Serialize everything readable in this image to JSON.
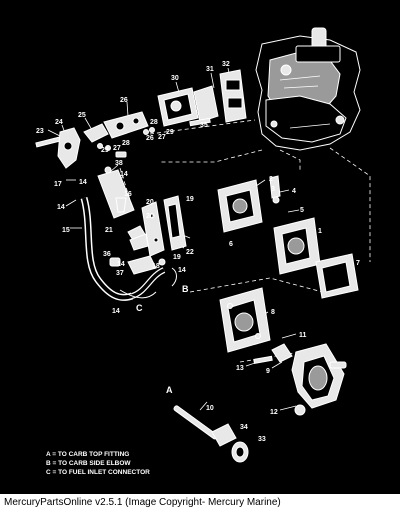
{
  "part_numbers": [
    "1",
    "2",
    "3",
    "4",
    "5",
    "6",
    "7",
    "8",
    "9",
    "10",
    "11",
    "12",
    "13",
    "14",
    "15",
    "16",
    "17",
    "18",
    "19",
    "20",
    "21",
    "22",
    "23",
    "24",
    "25",
    "26",
    "27",
    "28",
    "29",
    "30",
    "31",
    "32",
    "33",
    "34",
    "35",
    "36",
    "37",
    "38"
  ],
  "connection_letters": [
    "A",
    "B",
    "C"
  ],
  "legend": [
    "A = TO CARB TOP FITTING",
    "B = TO CARB SIDE ELBOW",
    "C = TO FUEL INLET CONNECTOR"
  ],
  "footer": "MercuryPartsOnline v2.5.1 (Image Copyright- Mercury Marine)"
}
